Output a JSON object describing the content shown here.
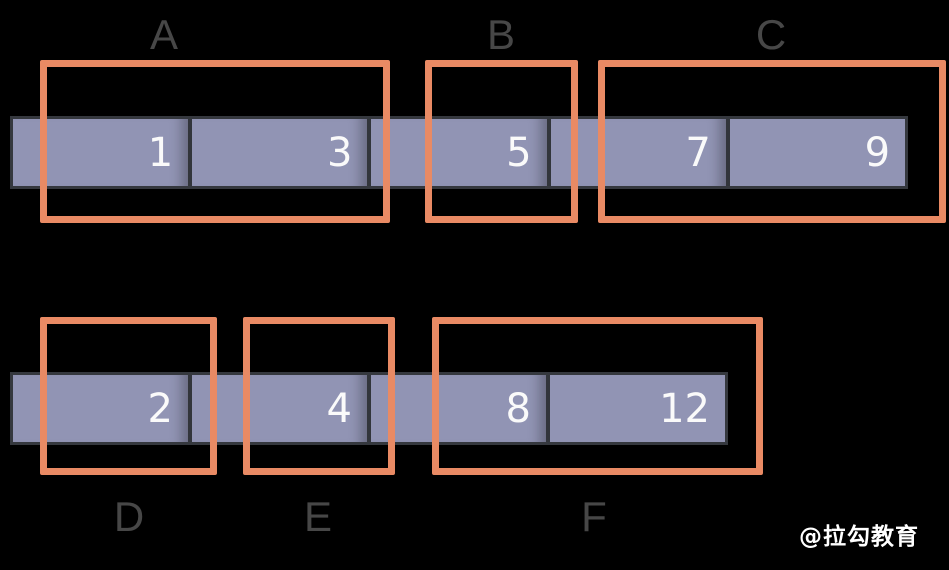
{
  "colors": {
    "background": "#000000",
    "bar_fill": "#9194b4",
    "bar_border": "#35383e",
    "segment_divider": "#32353b",
    "group_box_border": "#e98a64",
    "group_label": "#474747",
    "number_text": "#fafafa",
    "watermark_text": "#ffffff"
  },
  "top_row": {
    "segments": [
      "1",
      "3",
      "5",
      "7",
      "9"
    ],
    "labels": [
      "A",
      "B",
      "C"
    ]
  },
  "bottom_row": {
    "segments": [
      "2",
      "4",
      "8",
      "12"
    ],
    "labels": [
      "D",
      "E",
      "F"
    ]
  },
  "watermark": {
    "text": "@拉勾教育"
  }
}
